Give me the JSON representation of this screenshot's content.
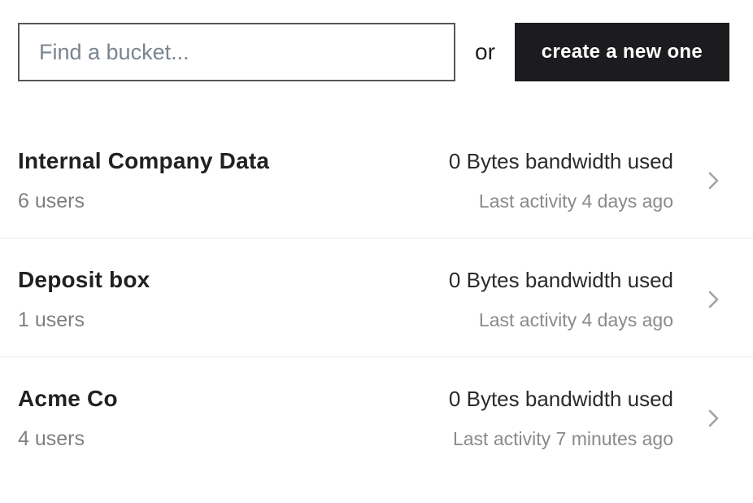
{
  "toolbar": {
    "search_placeholder": "Find a bucket...",
    "or_label": "or",
    "create_button_label": "create a new one"
  },
  "buckets": [
    {
      "name": "Internal Company Data",
      "users": "6 users",
      "bandwidth": "0 Bytes bandwidth used",
      "last_activity": "Last activity 4 days ago"
    },
    {
      "name": "Deposit box",
      "users": "1 users",
      "bandwidth": "0 Bytes bandwidth used",
      "last_activity": "Last activity 4 days ago"
    },
    {
      "name": "Acme Co",
      "users": "4 users",
      "bandwidth": "0 Bytes bandwidth used",
      "last_activity": "Last activity 7 minutes ago"
    }
  ],
  "colors": {
    "button_bg": "#1c1c1e",
    "button_text": "#ffffff",
    "input_border": "#53575a",
    "placeholder_text": "#7b8590",
    "title_text": "#212121",
    "muted_text": "#7f7f7f",
    "divider": "#ececec",
    "chevron": "#a2a2a2"
  }
}
